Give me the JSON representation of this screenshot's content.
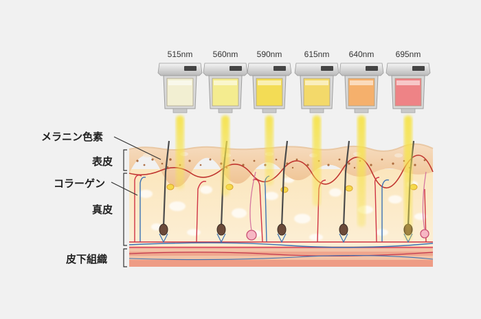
{
  "filters": [
    {
      "wavelength": "515nm",
      "glass": "#f2efd2"
    },
    {
      "wavelength": "560nm",
      "glass": "#f4ec8f"
    },
    {
      "wavelength": "590nm",
      "glass": "#f3dc55"
    },
    {
      "wavelength": "615nm",
      "glass": "#f3d96a"
    },
    {
      "wavelength": "640nm",
      "glass": "#f5b06c"
    },
    {
      "wavelength": "695nm",
      "glass": "#ee8386"
    }
  ],
  "layers": {
    "melanin": "メラニン色素",
    "epidermis": "表皮",
    "collagen": "コラーゲン",
    "dermis": "真皮",
    "subcutis": "皮下組織"
  },
  "colors": {
    "background": "#f1f1f1",
    "epidermis": "#f3cfa4",
    "dermis": "#fbe8c4",
    "subcutis": "#f1a78f",
    "light_beam": "#f4e04a"
  }
}
